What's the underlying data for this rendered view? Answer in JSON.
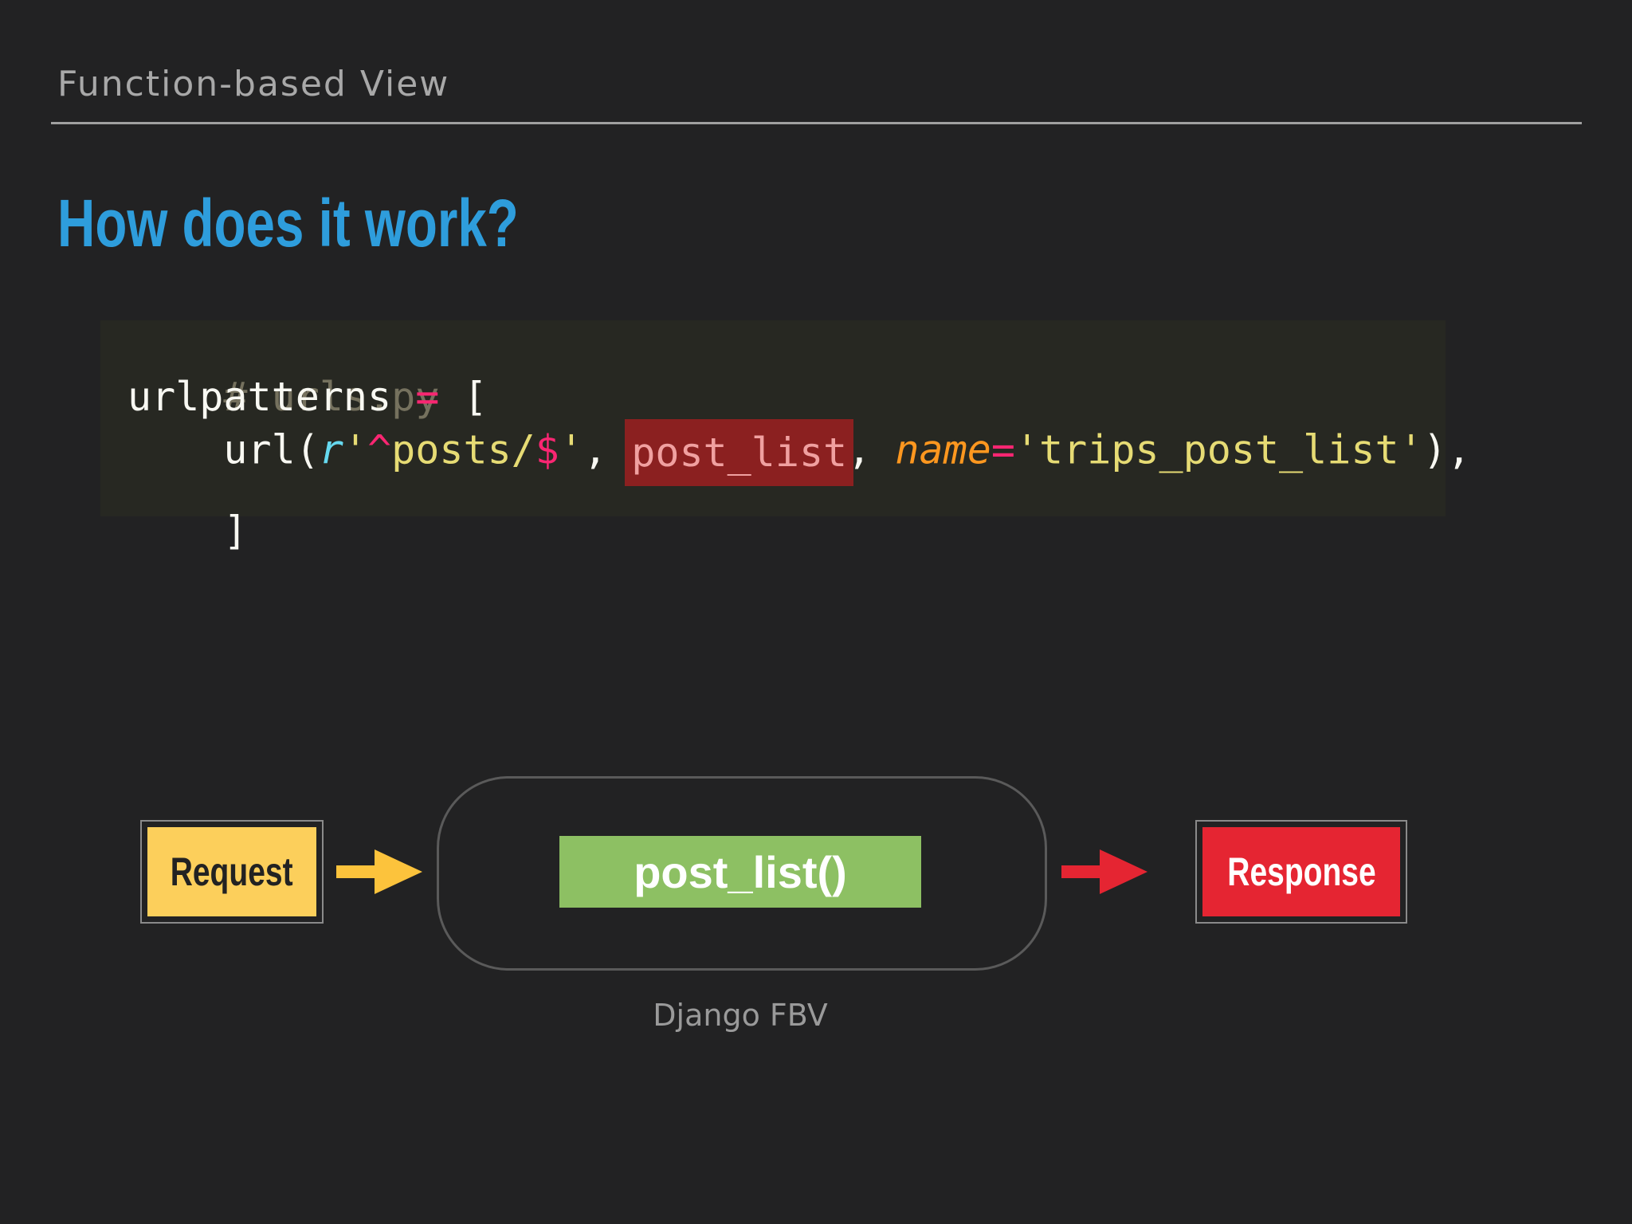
{
  "header": {
    "section_title": "Function-based View",
    "heading": "How does it work?"
  },
  "code": {
    "comment": "# urls.py",
    "line2_name": "urlpatterns",
    "line2_op": "=",
    "line2_bracket": "[",
    "line3_indent": "    ",
    "line3_func": "url(",
    "line3_prefix": "r",
    "line3_q1": "'",
    "line3_caret": "^",
    "line3_path": "posts/",
    "line3_dollar": "$",
    "line3_q2": "'",
    "line3_comma1": ", ",
    "line3_view": "post_list",
    "line3_comma2": ", ",
    "line3_kw": "name",
    "line3_eq": "=",
    "line3_name_str": "'trips_post_list'",
    "line3_close": "),",
    "line4": "]"
  },
  "diagram": {
    "request_label": "Request",
    "function_label": "post_list()",
    "response_label": "Response",
    "caption": "Django FBV"
  },
  "colors": {
    "background": "#222223",
    "heading": "#2e9ddc",
    "request": "#fccf5b",
    "function": "#8dc063",
    "response": "#e52532",
    "arrow_in": "#fcc33c",
    "arrow_out": "#e52532"
  }
}
